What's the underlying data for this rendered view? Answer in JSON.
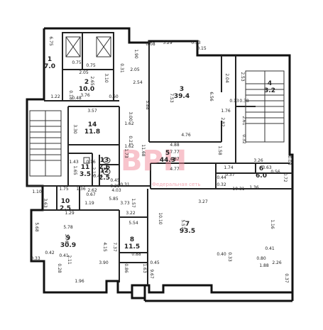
{
  "rooms": [
    {
      "num": "1",
      "area": "7.0"
    },
    {
      "num": "2",
      "area": "10.0"
    },
    {
      "num": "3",
      "area": "39.4"
    },
    {
      "num": "4",
      "area": "3.2"
    },
    {
      "num": "5",
      "area": "44.3"
    },
    {
      "num": "6",
      "area": "6.0"
    },
    {
      "num": "7",
      "area": "93.5"
    },
    {
      "num": "8",
      "area": "11.5"
    },
    {
      "num": "9",
      "area": "30.9"
    },
    {
      "num": "10",
      "area": "2.5"
    },
    {
      "num": "11",
      "area": "3.5"
    },
    {
      "num": "12",
      "area": "2.5"
    },
    {
      "num": "13",
      "area": "2.6"
    },
    {
      "num": "14",
      "area": "11.8"
    }
  ],
  "dims": [
    "6.75",
    "0.75",
    "0.75",
    "2.05",
    "3.10",
    "2.65",
    "0.31",
    "1.22",
    "0.18",
    "0.48",
    "3.76",
    "0.60",
    "0.08",
    "5.29",
    "0.33",
    "1.90",
    "0.15",
    "2.05",
    "2.54",
    "7.53",
    "6.56",
    "5.88",
    "4.76",
    "2.04",
    "2.53",
    "3.57",
    "3.30",
    "3.00",
    "1.62",
    "0.21",
    "1.62",
    "1.73",
    "11.68",
    "4.88",
    "7.77",
    "4.87",
    "4.77",
    "1.76",
    "2.82",
    "0.13",
    "0.38",
    "2.61",
    "0.32",
    "1.58",
    "3.26",
    "0.08",
    "1.74",
    "3.63",
    "0.56",
    "0.72",
    "0.44",
    "0.37",
    "1.36",
    "0.32",
    "1.65",
    "1.43",
    "2.15",
    "0.16",
    "0.44",
    "1.10",
    "1.75",
    "1.36",
    "0.67",
    "2.62",
    "0.45",
    "0.28",
    "0.31",
    "4.03",
    "1.57",
    "3.63",
    "1.29",
    "1.19",
    "5.85",
    "3.73",
    "10.31",
    "3.27",
    "3.22",
    "5.54",
    "5.68",
    "5.78",
    "3.76",
    "4.15",
    "7.37",
    "10.10",
    "5.57",
    "1.16",
    "0.33",
    "0.42",
    "0.41",
    "2.11",
    "0.28",
    "3.90",
    "1.96",
    "0.88",
    "0.86",
    "1.63",
    "0.45",
    "0.40",
    "0.33",
    "0.41",
    "0.80",
    "1.88",
    "2.26",
    "9.67",
    "0.37"
  ],
  "watermark": {
    "main": "BPH",
    "sub": "Федеральная сеть"
  }
}
